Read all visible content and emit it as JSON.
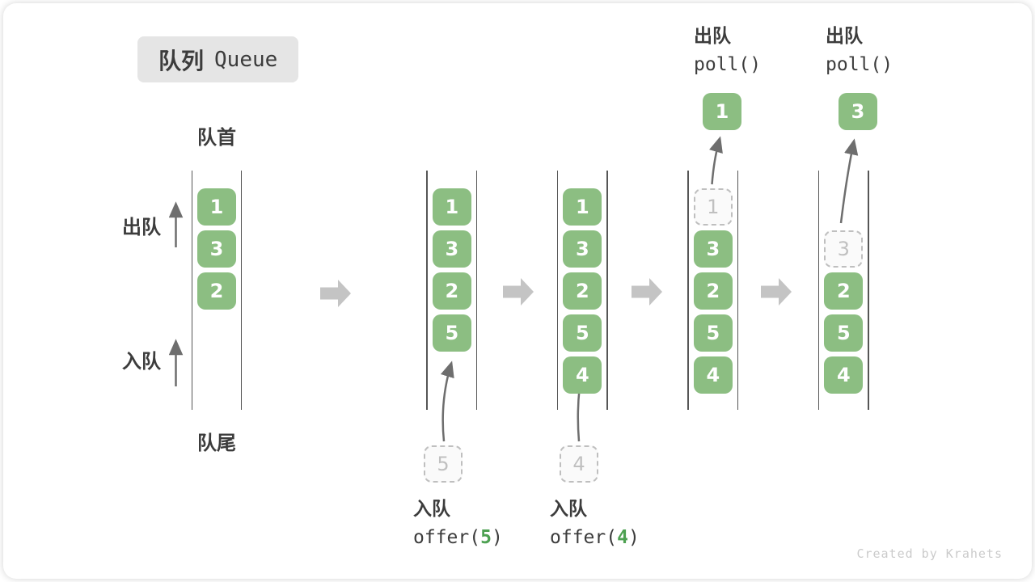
{
  "title": {
    "zh": "队列",
    "en": "Queue"
  },
  "side_labels": {
    "front": "队首",
    "rear": "队尾",
    "dequeue": "出队",
    "enqueue": "入队"
  },
  "queues": [
    {
      "cells": [
        {
          "slot": 0,
          "value": "1",
          "variant": "solid"
        },
        {
          "slot": 1,
          "value": "3",
          "variant": "solid"
        },
        {
          "slot": 2,
          "value": "2",
          "variant": "solid"
        }
      ]
    },
    {
      "cells": [
        {
          "slot": 0,
          "value": "1",
          "variant": "solid"
        },
        {
          "slot": 1,
          "value": "3",
          "variant": "solid"
        },
        {
          "slot": 2,
          "value": "2",
          "variant": "solid"
        },
        {
          "slot": 3,
          "value": "5",
          "variant": "solid"
        }
      ],
      "incoming": {
        "value": "5"
      }
    },
    {
      "cells": [
        {
          "slot": 0,
          "value": "1",
          "variant": "solid"
        },
        {
          "slot": 1,
          "value": "3",
          "variant": "solid"
        },
        {
          "slot": 2,
          "value": "2",
          "variant": "solid"
        },
        {
          "slot": 3,
          "value": "5",
          "variant": "solid"
        },
        {
          "slot": 4,
          "value": "4",
          "variant": "solid"
        }
      ],
      "incoming": {
        "value": "4"
      }
    },
    {
      "cells": [
        {
          "slot": 0,
          "value": "1",
          "variant": "dashed"
        },
        {
          "slot": 1,
          "value": "3",
          "variant": "solid"
        },
        {
          "slot": 2,
          "value": "2",
          "variant": "solid"
        },
        {
          "slot": 3,
          "value": "5",
          "variant": "solid"
        },
        {
          "slot": 4,
          "value": "4",
          "variant": "solid"
        }
      ],
      "outgoing": {
        "value": "1"
      }
    },
    {
      "cells": [
        {
          "slot": 1,
          "value": "3",
          "variant": "dashed"
        },
        {
          "slot": 2,
          "value": "2",
          "variant": "solid"
        },
        {
          "slot": 3,
          "value": "5",
          "variant": "solid"
        },
        {
          "slot": 4,
          "value": "4",
          "variant": "solid"
        }
      ],
      "outgoing": {
        "value": "3"
      }
    }
  ],
  "operations": {
    "poll_a": {
      "zh": "出队",
      "code": "poll()"
    },
    "poll_b": {
      "zh": "出队",
      "code": "poll()"
    },
    "offer_a": {
      "zh": "入队",
      "fn": "offer(",
      "arg": "5",
      "close": ")"
    },
    "offer_b": {
      "zh": "入队",
      "fn": "offer(",
      "arg": "4",
      "close": ")"
    }
  },
  "colors": {
    "cell_green": "#8CBE82",
    "accent_green": "#4EA152",
    "flow_arrow_gray": "#C4C4C4",
    "queue_line_gray": "#565656",
    "thin_arrow_gray": "#6E6E6E",
    "dashed_border_gray": "#BFBFBF",
    "badge_bg": "#E5E5E5",
    "text_dark": "#3C3C3C"
  },
  "watermark": "Created by Krahets"
}
